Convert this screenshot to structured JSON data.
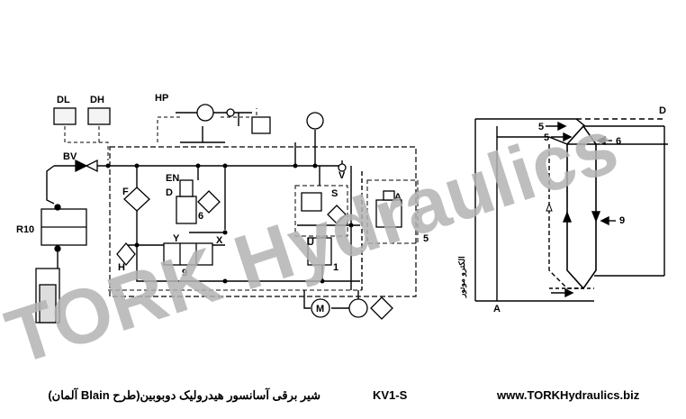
{
  "schematic_labels": {
    "dl": "DL",
    "dh": "DH",
    "hp": "HP",
    "bv": "BV",
    "r10": "R10",
    "f": "F",
    "en": "EN",
    "d": "D",
    "six": "6",
    "s": "S",
    "a": "A",
    "v": "V",
    "u": "U",
    "one": "1",
    "y": "Y",
    "h": "H",
    "nine": "9",
    "x": "X",
    "five": "5",
    "m": "M"
  },
  "graph_labels": {
    "d": "D",
    "five_a": "5",
    "five_b": "5",
    "six": "6",
    "nine": "9",
    "a": "A",
    "vertical_text": "الکترو موتور"
  },
  "watermark": "TORK Hydraulics",
  "footer": {
    "website": "www.TORKHydraulics.biz",
    "model": "KV1-S",
    "title_fa": "شیر برقی آسانسور هیدرولیک دوبوبین(طرح Blain آلمان)"
  },
  "colors": {
    "line": "#000000",
    "watermark": "#b3b3b3",
    "background": "#ffffff"
  }
}
